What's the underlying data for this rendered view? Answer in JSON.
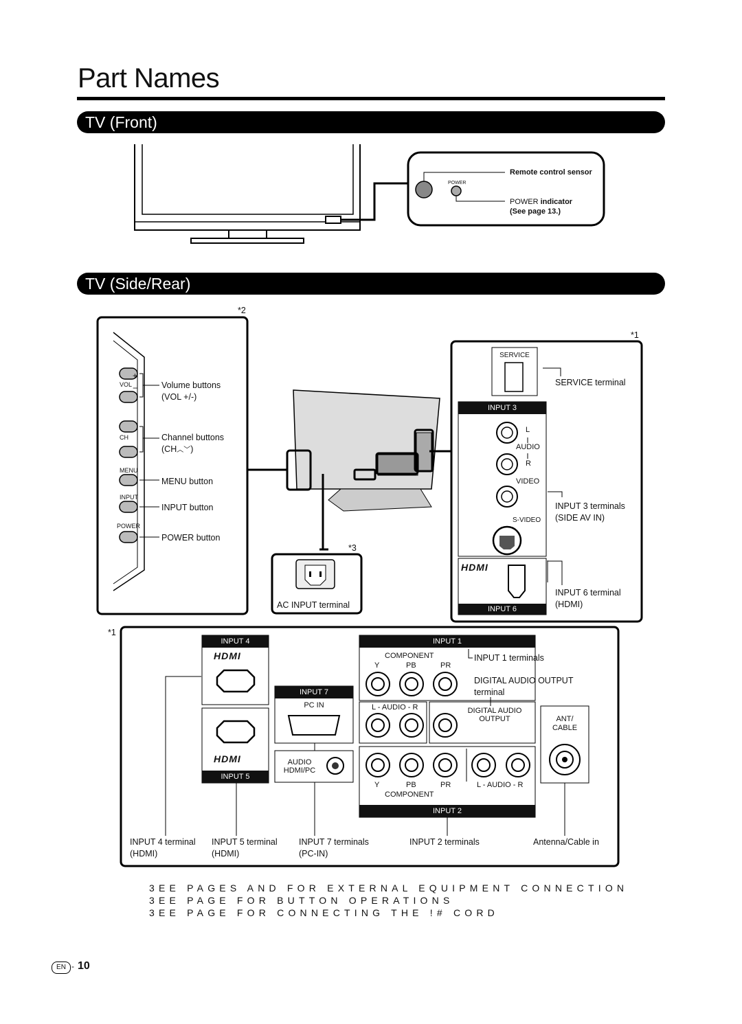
{
  "title": "Part Names",
  "sections": {
    "front": "TV (Front)",
    "side_rear": "TV (Side/Rear)"
  },
  "front": {
    "remote_sensor": "Remote control sensor",
    "power_small": "POWER",
    "power_indicator_a": "POWER",
    "power_indicator_b": "indicator",
    "see_page": "(See page 13.)"
  },
  "markers": {
    "m2": "*2",
    "m1": "*1",
    "m3": "*3",
    "m1b": "*1"
  },
  "side_buttons": {
    "vol_small": "VOL",
    "plus": "+",
    "minus": "−",
    "vol_label_1": "Volume buttons",
    "vol_label_2": "(VOL +/-)",
    "ch_small": "CH",
    "ch_label_1": "Channel buttons",
    "ch_label_2": "(CH",
    "ch_label_3": ")",
    "menu_small": "MENU",
    "menu_label": "MENU button",
    "input_small": "INPUT",
    "input_label": "INPUT button",
    "power_small": "POWER",
    "power_label": "POWER button"
  },
  "ac": {
    "label": "AC INPUT terminal"
  },
  "side_panel": {
    "service": "SERVICE",
    "service_terminal": "SERVICE terminal",
    "input3": "INPUT 3",
    "l": "L",
    "audio": "AUDIO",
    "r": "R",
    "video": "VIDEO",
    "svideo": "S-VIDEO",
    "input3_terminals": "INPUT 3 terminals",
    "side_av": "(SIDE AV IN)",
    "hdmi_logo": "HDMI",
    "input6": "INPUT 6",
    "input6_terminal": "INPUT 6 terminal",
    "hdmi": "(HDMI)"
  },
  "rear": {
    "input4": "INPUT 4",
    "input5": "INPUT 5",
    "hdmi_logo": "HDMI",
    "input7": "INPUT 7",
    "pc_in": "PC IN",
    "audio_hdmi_pc_1": "AUDIO",
    "audio_hdmi_pc_2": "HDMI/PC",
    "input1": "INPUT 1",
    "component": "COMPONENT",
    "y": "Y",
    "pb": "PB",
    "pr": "PR",
    "l_audio_r": "L - AUDIO - R",
    "digital_audio_1": "DIGITAL AUDIO",
    "digital_audio_2": "OUTPUT",
    "ant_1": "ANT/",
    "ant_2": "CABLE",
    "input2": "INPUT 2",
    "input1_terminals": "INPUT 1 terminals",
    "dao_1": "DIGITAL AUDIO OUTPUT",
    "dao_2": "terminal"
  },
  "bottom_labels": {
    "in4_1": "INPUT 4 terminal",
    "in4_2": "(HDMI)",
    "in5_1": "INPUT 5 terminal",
    "in5_2": "(HDMI)",
    "in7_1": "INPUT 7 terminals",
    "in7_2": "(PC-IN)",
    "in2": "INPUT 2 terminals",
    "ant": "Antenna/Cable in"
  },
  "notes": [
    "3EE PAGES  AND  FOR EXTERNAL EQUIPMENT CONNECTION",
    "3EE PAGE  FOR BUTTON OPERATIONS",
    "3EE PAGE  FOR CONNECTING THE !# CORD"
  ],
  "footer": {
    "lang": "EN",
    "page": "10"
  }
}
